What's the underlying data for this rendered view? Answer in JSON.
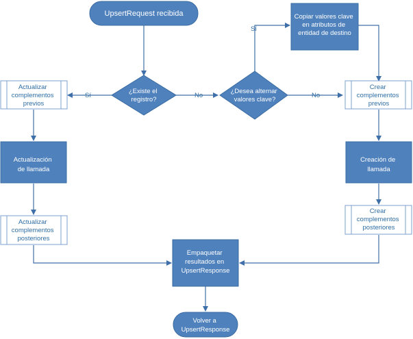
{
  "nodes": {
    "start": "UpsertRequest recibida",
    "decision_exists": [
      "¿Existe el",
      "registro?"
    ],
    "decision_alter": [
      "¿Desea alternar",
      "valores clave?"
    ],
    "copy_keys": [
      "Copiar valores clave",
      "en atributos de",
      "entidad de destino"
    ],
    "update_pre": [
      "Actualizar",
      "complementos",
      "previos"
    ],
    "update_call": [
      "Actualización",
      "de llamada"
    ],
    "update_post": [
      "Actualizar",
      "complementos",
      "posteriores"
    ],
    "create_pre": [
      "Crear",
      "complementos",
      "previos"
    ],
    "create_call": [
      "Creación de",
      "llamada"
    ],
    "create_post": [
      "Crear",
      "complementos",
      "posteriores"
    ],
    "package": [
      "Empaquetar",
      "resultados en",
      "UpsertResponse"
    ],
    "end": [
      "Volver a",
      "UpsertResponse"
    ]
  },
  "edges": {
    "yes_left": "Sí",
    "no_middle": "No",
    "no_right": "No",
    "yes_up": "Sí"
  },
  "colors": {
    "fill": "#4f81bd",
    "fill_dark": "#3a6ca3",
    "line": "#3f6fa8",
    "outline_box_fill": "#ffffff",
    "outline_box_stroke": "#7ba1cf",
    "text_blue": "#2e6da4"
  }
}
